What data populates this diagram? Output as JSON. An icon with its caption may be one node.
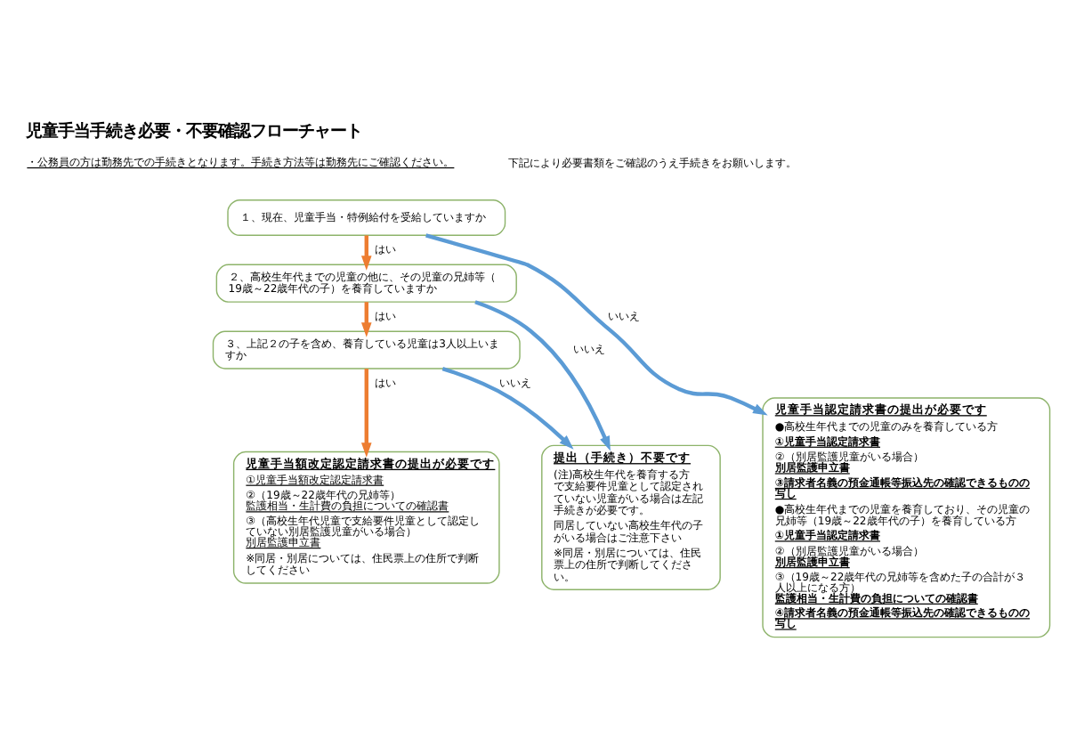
{
  "diagram": {
    "title": "児童手当手続き必要・不要確認フローチャート",
    "nodes": [
      {
        "text": [
          "１、現在、児童手当・特例給付を受給していますか"
        ]
      },
      {
        "text": [
          "２、高校生年代までの児童の他に、その児童の兄姉等（19歳～22歳年代の子）を養育していますか"
        ]
      },
      {
        "text": [
          "３、上記２の子を含め、養育している児童は3人以上いますか"
        ]
      },
      {
        "text": [
          "児童手当額改定認定請求書の提出が必要です",
          "①児童手当額改定認定請求書",
          "②（19歳～22歳年代の兄姉等）監護相当・生計費の負担についての確認書",
          "③（高校生年代児童で支給要件児童として認定していない別居監護児童がいる場合）別居監護申立書",
          "※同居・別居については、住民票上の住所で判断してください"
        ]
      },
      {
        "text": [
          "提出（手続き）不要です",
          "(注)高校生年代を養育する方で支給要件児童として認定されていない児童がいる場合は左記手続きが必要です。",
          "同居していない高校生年代の子がいる場合はご注意下さい",
          "※同居・別居については、住民票上の住所で判断してください。"
        ]
      },
      {
        "text": [
          "児童手当認定請求書の提出が必要です",
          "●高校生年代までの児童のみを養育している方",
          "①児童手当認定請求書",
          "②（別居監護児童がいる場合）別居監護申立書",
          "③請求者名義の預金通帳等振込先の確認できるものの写し",
          "●高校生年代までの児童を養育しており、その児童の兄姉等（19歳～22歳年代の子）を養育している方",
          "①児童手当認定請求書",
          "②（別居監護児童がいる場合）別居監護申立書",
          "③（19歳～22歳年代の兄姉等を含めた子の合計が３人以上になる方）監護相当・生計費の負担についての確認書",
          "④請求者名義の預金通帳等振込先の確認できるものの写し"
        ]
      }
    ],
    "edges": [
      {
        "from": 0,
        "to": 1,
        "arrow": "to",
        "label": "はい",
        "color": "#ed7d31"
      },
      {
        "from": 1,
        "to": 2,
        "arrow": "to",
        "label": "はい",
        "color": "#ed7d31"
      },
      {
        "from": 2,
        "to": 3,
        "arrow": "to",
        "label": "はい",
        "color": "#ed7d31"
      },
      {
        "from": 0,
        "to": 5,
        "arrow": "to",
        "label": "いいえ",
        "color": "#5b9bd5"
      },
      {
        "from": 1,
        "to": 4,
        "arrow": "to",
        "label": "いいえ",
        "color": "#5b9bd5"
      },
      {
        "from": 2,
        "to": 4,
        "arrow": "to",
        "label": "いいえ",
        "color": "#5b9bd5"
      }
    ],
    "labels": [
      "下記により必要書類をご確認のうえ手続きをお願いします。",
      "・公務員の方は勤務先での手続きとなります。手続き方法等は勤務先にご確認ください。"
    ]
  }
}
